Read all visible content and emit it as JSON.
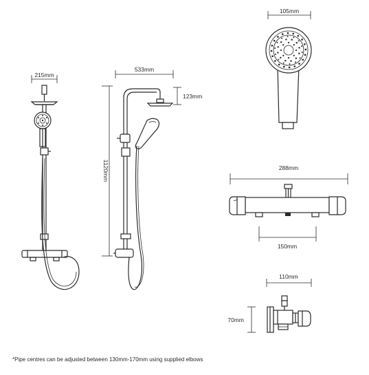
{
  "dimensions": {
    "side_width": "215mm",
    "arm_length": "533mm",
    "arm_drop": "123mm",
    "rail_height": "1120mm",
    "handset_width": "105mm",
    "valve_width": "288mm",
    "valve_centres": "150mm",
    "elbow_width": "110mm",
    "elbow_height": "70mm"
  },
  "footnote": "*Pipe centres can be adjusted between 130mm-170mm using supplied elbows"
}
